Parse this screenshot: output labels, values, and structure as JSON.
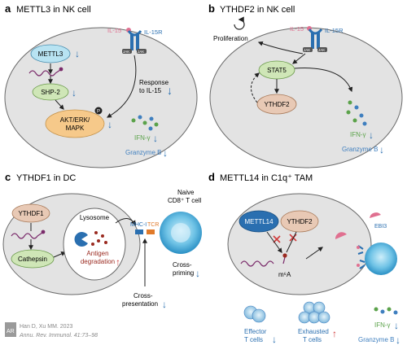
{
  "panels": {
    "a": {
      "letter": "a",
      "title": "METTL3 in NK cell",
      "il15": "IL-15",
      "il15r": "IL-15R",
      "jak": "JAK",
      "mettl3": "METTL3",
      "shp2": "SHP-2",
      "akt_line1": "AKT/ERK/",
      "akt_line2": "MAPK",
      "p": "P",
      "response_line1": "Response",
      "response_line2": "to IL-15",
      "ifng": "IFN-γ",
      "granzyme": "Granzyme B"
    },
    "b": {
      "letter": "b",
      "title": "YTHDF2 in NK cell",
      "il15": "IL-15",
      "il15r": "IL-15R",
      "jak": "JAK",
      "proliferation": "Proliferation",
      "stat5": "STAT5",
      "ythdf2": "YTHDF2",
      "ifng": "IFN-γ",
      "granzyme": "Granzyme B"
    },
    "c": {
      "letter": "c",
      "title": "YTHDF1 in DC",
      "ythdf1": "YTHDF1",
      "cathepsin": "Cathepsin",
      "lysosome": "Lysosome",
      "antigen_line1": "Antigen",
      "antigen_line2": "degradation",
      "mhc": "MHC-I",
      "tcr": "TCR",
      "naive_line1": "Naive",
      "naive_line2": "CD8⁺ T cell",
      "cross_priming_line1": "Cross-",
      "cross_priming_line2": "priming",
      "cross_presentation_line1": "Cross-",
      "cross_presentation_line2": "presentation"
    },
    "d": {
      "letter": "d",
      "title": "METTL14 in C1q⁺ TAM",
      "mettl14": "METTL14",
      "ythdf2": "YTHDF2",
      "m6a": "m⁶A",
      "ebi3": "EBI3",
      "effector_line1": "Effector",
      "effector_line2": "T cells",
      "exhausted_line1": "Exhausted",
      "exhausted_line2": "T cells",
      "ifng": "IFN-γ",
      "granzyme": "Granzyme B"
    }
  },
  "citation": {
    "line1": "Han D, Xu MM. 2023",
    "line2": "Annu. Rev. Immunol. 41:73–98",
    "logo": "AR"
  },
  "colors": {
    "cell": "#e3e3e3",
    "cell_border": "#6a6a6a",
    "green_node": "#cfe6b7",
    "blue_node": "#b8e3f2",
    "orange_node": "#f6c98a",
    "brown_node": "#e8c9b5",
    "receptor": "#2a6fb0",
    "arrow_down": "#2a6fb0",
    "arrow_up": "#d03a3a",
    "title_letter": "#000000",
    "pink": "#e07090",
    "purple": "#7a2a6a",
    "dark_red": "#9a2a20",
    "green_dot": "#5ba24a",
    "blue_dot": "#3f7fbf"
  }
}
